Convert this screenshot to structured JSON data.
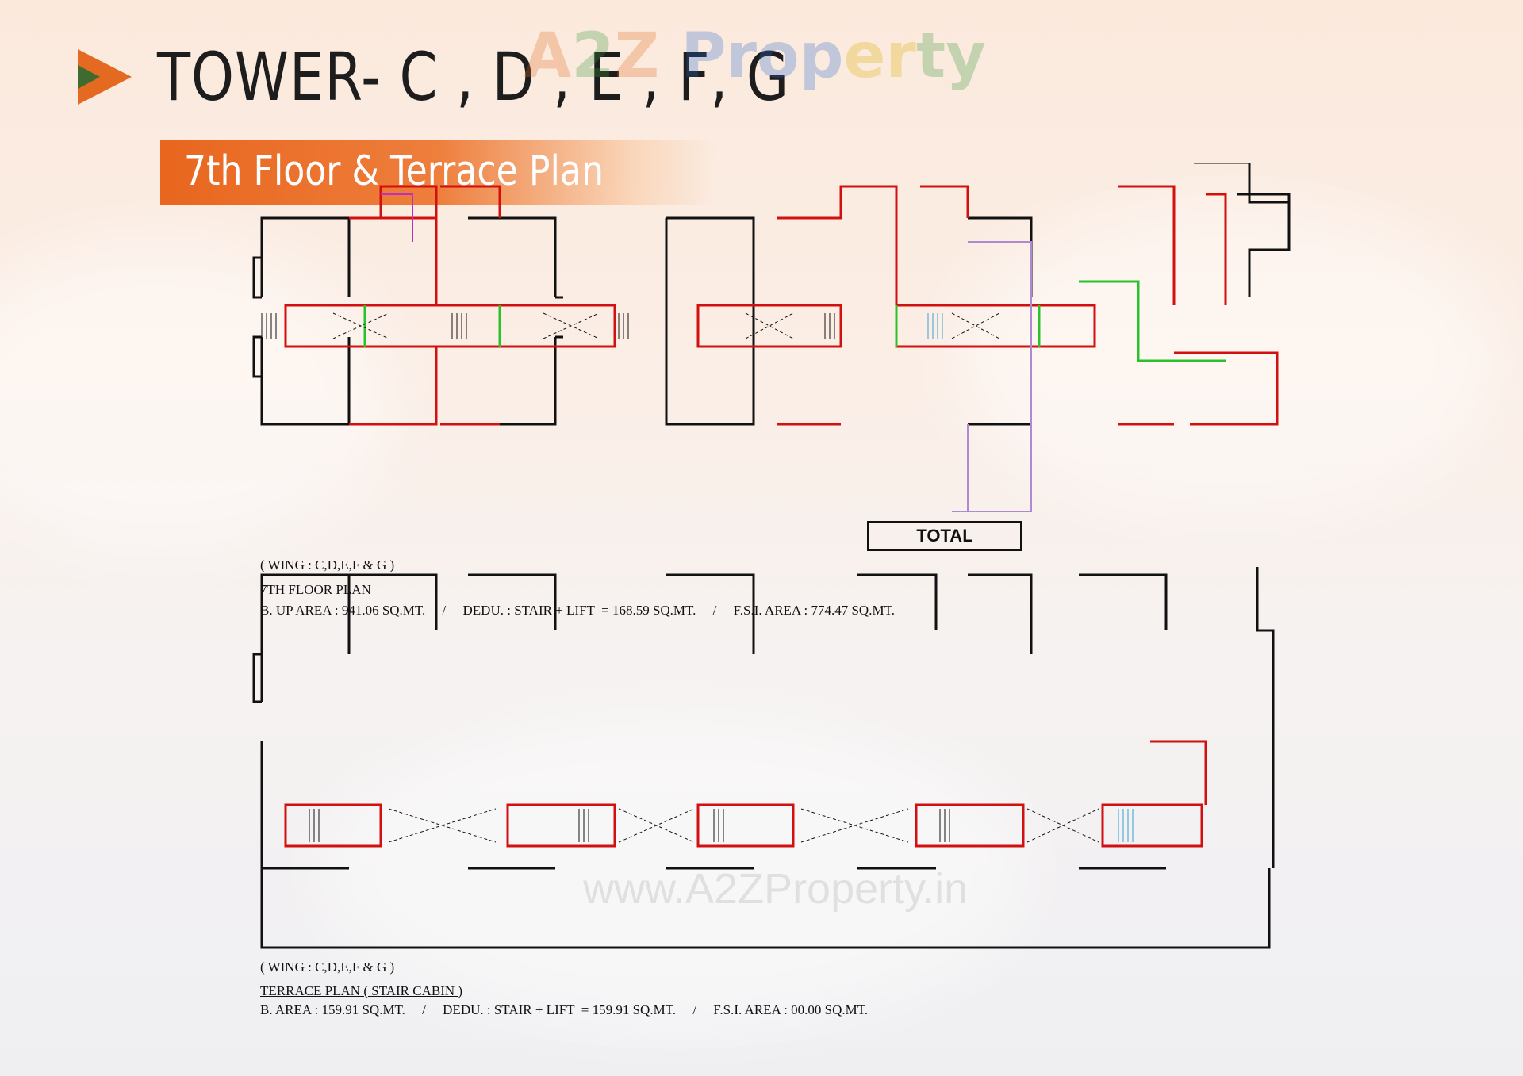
{
  "header": {
    "title": "TOWER- C , D , E , F, G",
    "subtitle": "7th Floor & Terrace Plan",
    "accent_color": "#e8661e",
    "arrow_colors": [
      "#e46a22",
      "#3e6b2f"
    ]
  },
  "watermarks": {
    "logo": "A2Z Property",
    "url": "www.A2ZProperty.in"
  },
  "floor_plan": {
    "total_label": "TOTAL",
    "wing": "( WING : C,D,E,F & G )",
    "title": "7TH FLOOR PLAN",
    "area_line": "B. UP AREA : 941.06 SQ.MT.     /     DEDU. : STAIR + LIFT  = 168.59 SQ.MT.     /     F.S.I. AREA : 774.47 SQ.MT."
  },
  "terrace_plan": {
    "wing": "( WING : C,D,E,F & G )",
    "title": "TERRACE PLAN ( STAIR CABIN )",
    "area_line": "B. AREA : 159.91 SQ.MT.     /     DEDU. : STAIR + LIFT  = 159.91 SQ.MT.     /     F.S.I. AREA : 00.00 SQ.MT."
  }
}
